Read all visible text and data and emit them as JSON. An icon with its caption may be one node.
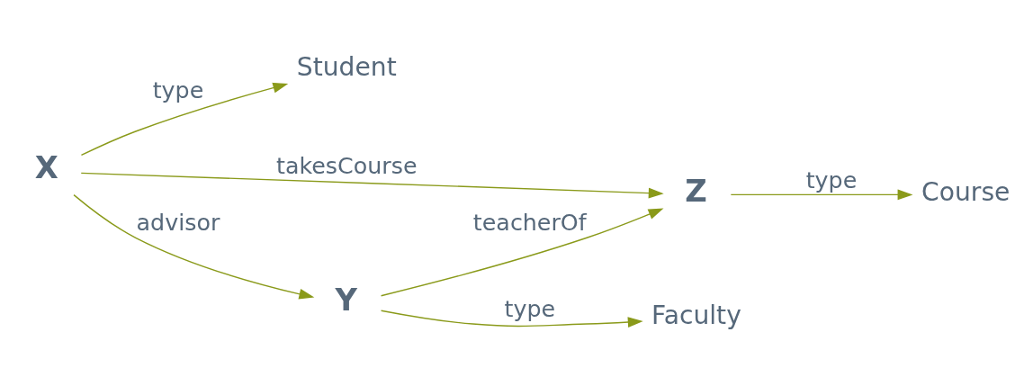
{
  "diagram": {
    "nodes": [
      {
        "text": [
          "X"
        ]
      },
      {
        "text": [
          "Student"
        ]
      },
      {
        "text": [
          "Z"
        ]
      },
      {
        "text": [
          "Y"
        ]
      },
      {
        "text": [
          "Course"
        ]
      },
      {
        "text": [
          "Faculty"
        ]
      }
    ],
    "edges": [
      {
        "from": 0,
        "to": 1,
        "arrow": "to",
        "label": "type"
      },
      {
        "from": 0,
        "to": 2,
        "arrow": "to",
        "label": "takesCourse"
      },
      {
        "from": 0,
        "to": 3,
        "arrow": "to",
        "label": "advisor"
      },
      {
        "from": 3,
        "to": 2,
        "arrow": "to",
        "label": "teacherOf"
      },
      {
        "from": 2,
        "to": 4,
        "arrow": "to",
        "label": "type"
      },
      {
        "from": 3,
        "to": 5,
        "arrow": "to",
        "label": "type"
      }
    ]
  }
}
